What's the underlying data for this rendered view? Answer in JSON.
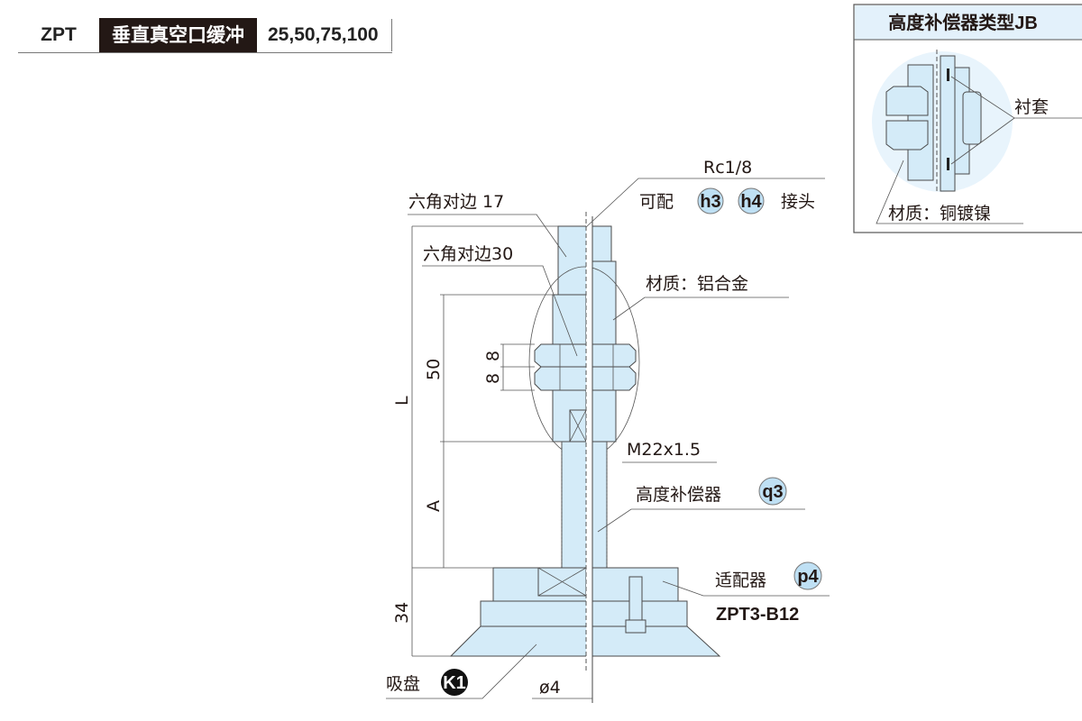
{
  "header": {
    "code": "ZPT",
    "title": "垂直真空口缓冲",
    "sizes": "25,50,75,100"
  },
  "labels": {
    "rc": "Rc1/8",
    "fitting_prefix": "可配",
    "fitting_h3": "h3",
    "fitting_h4": "h4",
    "fitting_suffix": "接头",
    "hex17": "六角对边 17",
    "hex30": "六角对边30",
    "material_al": "材质：铝合金",
    "thread": "M22x1.5",
    "compensator": "高度补偿器",
    "compensator_code": "q3",
    "adapter": "适配器",
    "adapter_code": "p4",
    "adapter_model": "ZPT3-B12",
    "pad": "吸盘",
    "pad_code": "K1",
    "bore": "ø4"
  },
  "dimensions": {
    "L": "L",
    "d50": "50",
    "A": "A",
    "d34": "34",
    "nut1": "8",
    "nut2": "8"
  },
  "inset": {
    "title": "高度补偿器类型JB",
    "bushing": "衬套",
    "material": "材质：铜镀镍"
  }
}
